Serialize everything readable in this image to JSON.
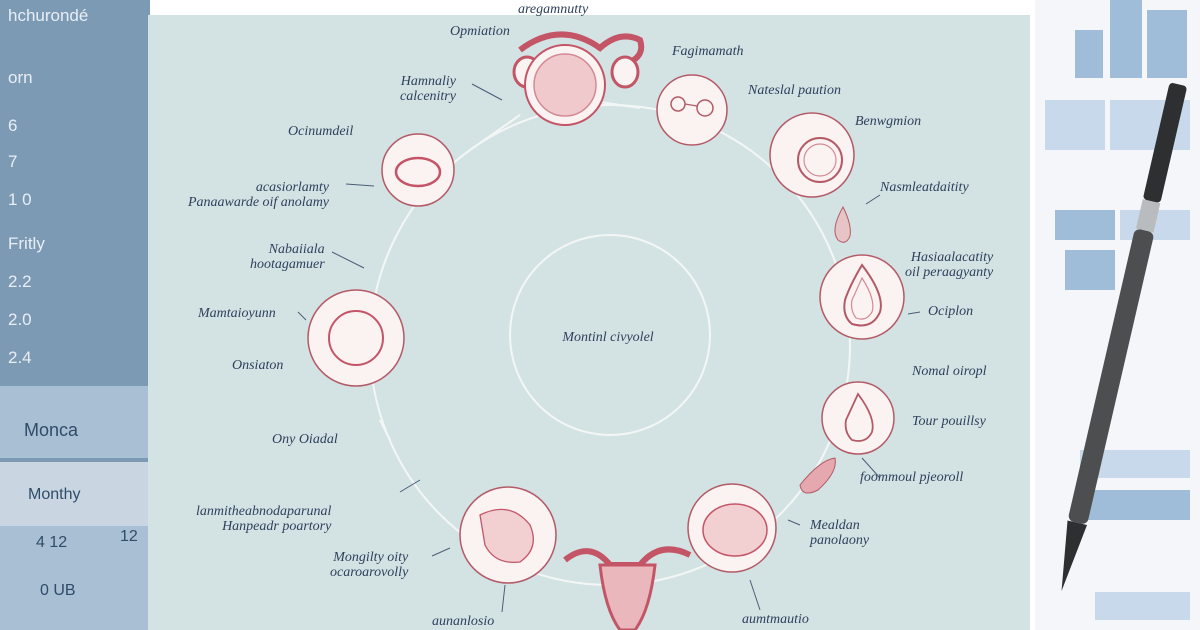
{
  "left_sheet": {
    "rows": [
      "hchurondé",
      "orn",
      "6",
      "7",
      "1 0",
      "Fritly",
      "2.2",
      "2.0",
      "2.4"
    ],
    "lower": {
      "label1": "Monca",
      "label2": "Monthy",
      "cells": [
        "4 12",
        "12",
        "0 UB"
      ]
    }
  },
  "diagram": {
    "center_label": "Montinl civyolel",
    "labels": [
      {
        "id": "top-small",
        "text": "aregamnutty"
      },
      {
        "id": "top-left",
        "text": "Opmiation"
      },
      {
        "id": "top-right",
        "text": "Fagimamath"
      },
      {
        "id": "upper-left-a",
        "text": "Hamnaliy\ncalcenitry"
      },
      {
        "id": "right-1",
        "text": "Nateslal paution"
      },
      {
        "id": "left-1",
        "text": "Ocinumdeil"
      },
      {
        "id": "right-2",
        "text": "Benwgmion"
      },
      {
        "id": "left-2",
        "text": "acasiorlamty\nPanaawarde oif anolamy"
      },
      {
        "id": "right-3",
        "text": "Nasmleatdaitity"
      },
      {
        "id": "left-3",
        "text": "Nabaiiala\nhootagamuer"
      },
      {
        "id": "right-4",
        "text": "Hasiaalacatity\noil peraagyanty"
      },
      {
        "id": "left-4",
        "text": "Mamtaioyunn"
      },
      {
        "id": "right-5",
        "text": "Ociplon"
      },
      {
        "id": "left-5",
        "text": "Onsiaton"
      },
      {
        "id": "right-6",
        "text": "Nomal oiropl"
      },
      {
        "id": "right-7",
        "text": "Tour pouillsy"
      },
      {
        "id": "left-6",
        "text": "Ony Oiadal"
      },
      {
        "id": "right-8",
        "text": "foommoul pjeoroll"
      },
      {
        "id": "left-7",
        "text": "lanmitheabnodaparunal\nHanpeadr poartory"
      },
      {
        "id": "right-9",
        "text": "Mealdan\npanolaony"
      },
      {
        "id": "left-8",
        "text": "Mongilty oity\nocaroarovolly"
      },
      {
        "id": "bottom-1",
        "text": "aunanlosio"
      },
      {
        "id": "bottom-2",
        "text": "aumtmautio"
      }
    ]
  },
  "colors": {
    "diagram_bg": "#d3e3e4",
    "node_fill": "#fbf3f2",
    "node_stroke": "#b35a66",
    "uterus": "#c45567",
    "label_text": "#2e3f5c"
  }
}
